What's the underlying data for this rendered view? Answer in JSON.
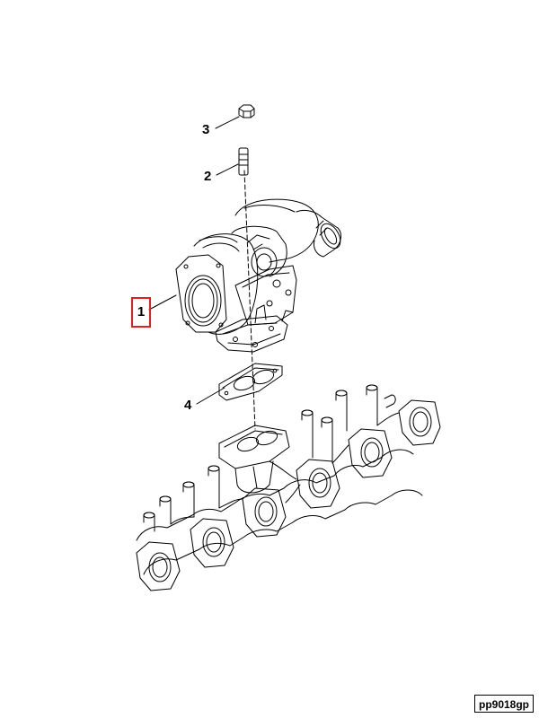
{
  "callouts": {
    "item1": "1",
    "item2": "2",
    "item3": "3",
    "item4": "4"
  },
  "figure_code": "pp9018gp",
  "colors": {
    "highlight": "#e02020",
    "linework": "#000000"
  }
}
